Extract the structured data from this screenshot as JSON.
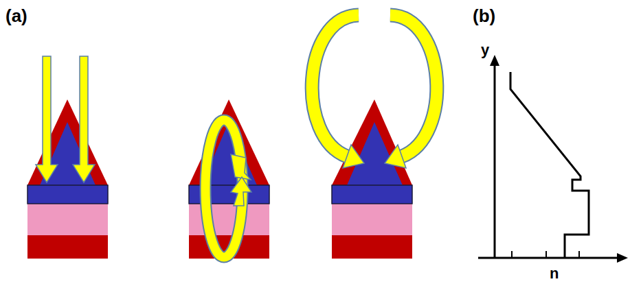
{
  "diagram": {
    "labels": [
      "(a)",
      "(b)",
      "y",
      "n"
    ]
  }
}
